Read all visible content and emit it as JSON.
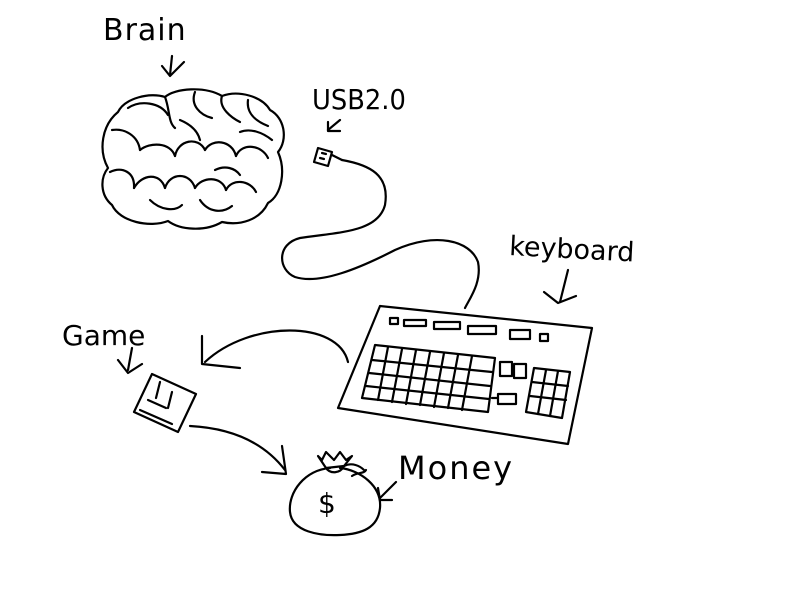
{
  "labels": {
    "brain": "Brain",
    "usb": "USB2.0",
    "keyboard": "keyboard",
    "game": "Game",
    "money": "Money",
    "dollar": "$"
  },
  "colors": {
    "ink": "#000000",
    "background": "#ffffff"
  }
}
